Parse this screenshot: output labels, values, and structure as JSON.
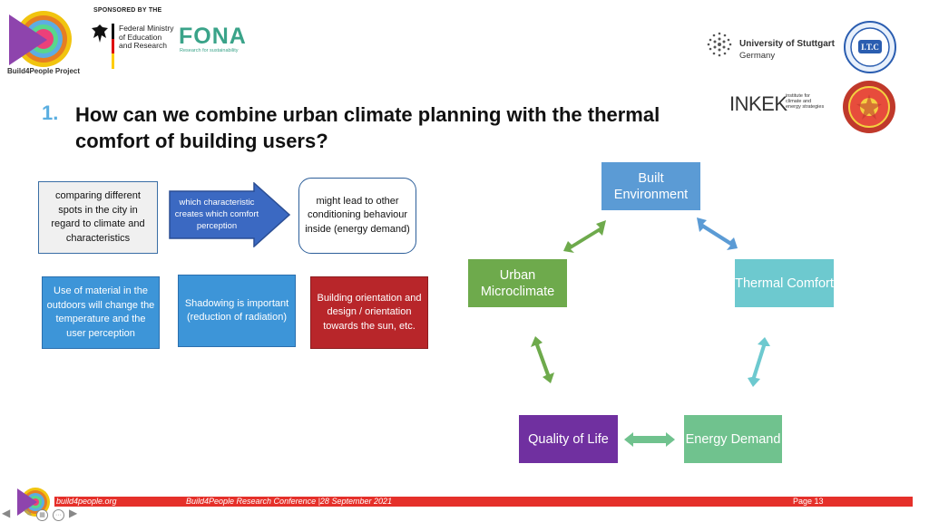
{
  "header": {
    "project_name": "Build4People Project",
    "sponsored_by": "SPONSORED BY THE",
    "ministry": "Federal Ministry\nof Education\nand Research",
    "fona": "FONA",
    "fona_sub": "Research for sustainability",
    "university": "University of Stuttgart",
    "university_country": "Germany",
    "inkek": "INKEK",
    "inkek_sub": "institute for\nclimate and\nenergy strategies"
  },
  "title": {
    "number": "1.",
    "text": "How can we combine urban climate planning with the thermal comfort of building users?"
  },
  "left_boxes": {
    "comparing": "comparing different spots in the city in regard to climate and characteristics",
    "arrow": "which characteristic creates which comfort perception",
    "result": "might lead to other conditioning behaviour inside (energy demand)",
    "material": "Use of material in the outdoors will change the temperature and the user perception",
    "shadowing": "Shadowing is important (reduction of radiation)",
    "orientation": "Building orientation and design / orientation towards the sun, etc."
  },
  "cycle": {
    "built": "Built Environment",
    "urban": "Urban Microclimate",
    "thermal": "Thermal Comfort",
    "quality": "Quality of Life",
    "energy": "Energy Demand"
  },
  "footer": {
    "url": "build4people.org",
    "conference": "Build4People Research Conference |28 September 2021",
    "page": "Page 13"
  },
  "nav": {
    "prev": "◀",
    "edit": "✎",
    "slides": "▦",
    "more": "···",
    "next": "▶"
  },
  "colors": {
    "accent_red": "#e5302a",
    "built": "#5b9bd5",
    "urban": "#6eaa4c",
    "thermal": "#6dc9cf",
    "quality": "#7030a0",
    "energy": "#70c28e"
  }
}
